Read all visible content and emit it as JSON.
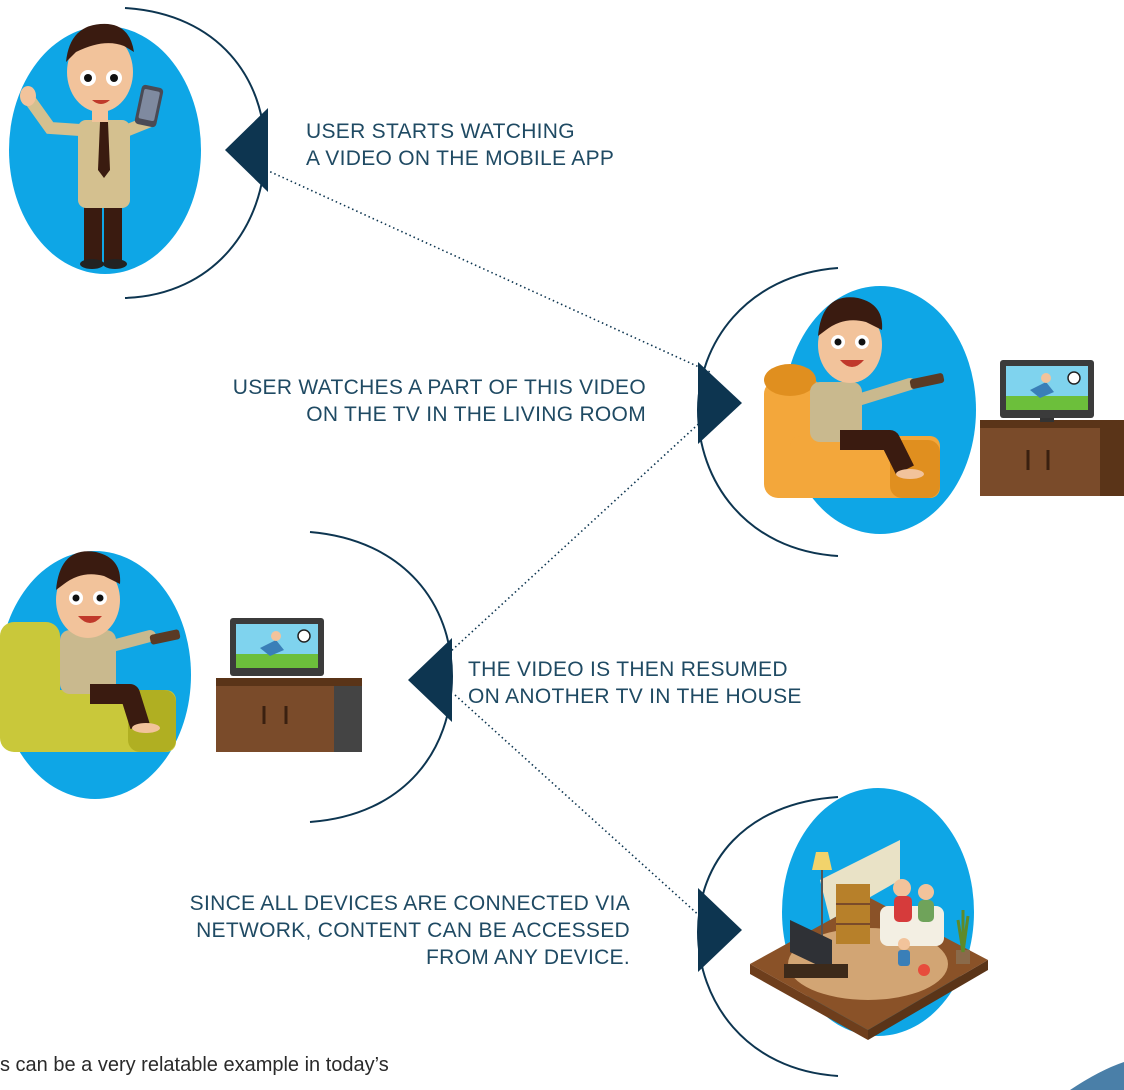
{
  "colors": {
    "accent_blue": "#0ea6e6",
    "arc_navy": "#0d3550",
    "text_navy": "#1f4a63"
  },
  "steps": [
    {
      "id": "step-1",
      "lines": [
        "USER STARTS WATCHING",
        "A VIDEO ON THE MOBILE APP"
      ],
      "illustration": "man-on-phone-icon"
    },
    {
      "id": "step-2",
      "lines": [
        "USER WATCHES A PART OF THIS VIDEO",
        "ON THE TV IN THE LIVING ROOM"
      ],
      "illustration": "man-watching-tv-icon"
    },
    {
      "id": "step-3",
      "lines": [
        "THE VIDEO IS THEN RESUMED",
        "ON ANOTHER TV IN THE HOUSE"
      ],
      "illustration": "man-watching-second-tv-icon"
    },
    {
      "id": "step-4",
      "lines": [
        "SINCE ALL DEVICES ARE CONNECTED VIA",
        "NETWORK, CONTENT CAN BE ACCESSED",
        "FROM ANY DEVICE."
      ],
      "illustration": "family-living-room-icon"
    }
  ],
  "footer_text": "s can be a very relatable example in today’s"
}
